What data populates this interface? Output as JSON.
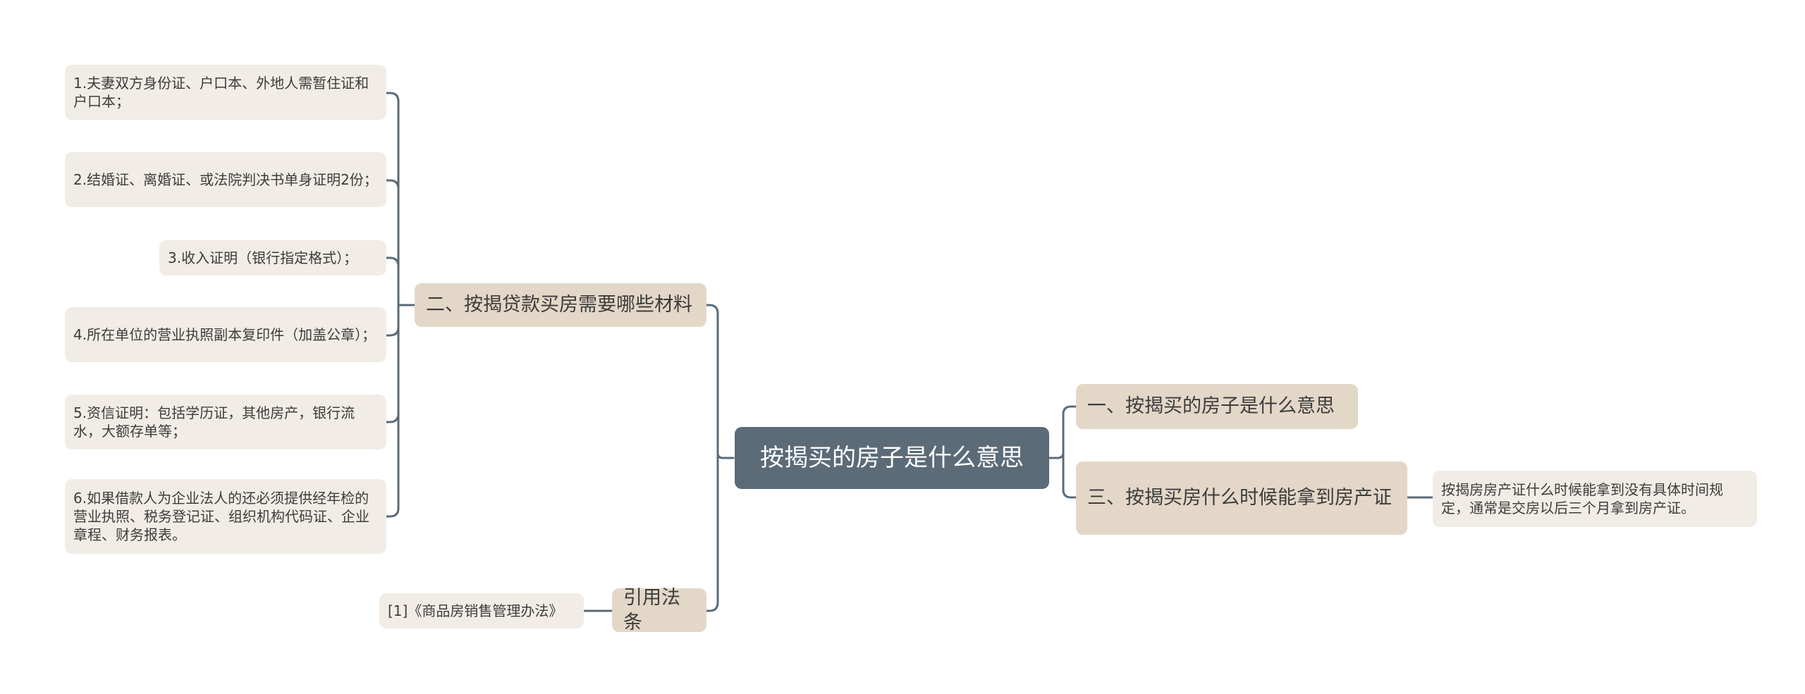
{
  "root": {
    "text": "按揭买的房子是什么意思"
  },
  "branch_materials": {
    "text": "二、按揭贷款买房需要哪些材料",
    "items": [
      "1.夫妻双方身份证、户口本、外地人需暂住证和户口本；",
      "2.结婚证、离婚证、或法院判决书单身证明2份；",
      "3.收入证明（银行指定格式）；",
      "4.所在单位的营业执照副本复印件（加盖公章）；",
      "5.资信证明：包括学历证，其他房产，银行流水，大额存单等；",
      "6.如果借款人为企业法人的还必须提供经年检的营业执照、税务登记证、组织机构代码证、企业章程、财务报表。"
    ]
  },
  "branch_references": {
    "text": "引用法条",
    "items": [
      "[1]《商品房销售管理办法》"
    ]
  },
  "branch_meaning": {
    "text": "一、按揭买的房子是什么意思"
  },
  "branch_certificate": {
    "text": "三、按揭买房什么时候能拿到房产证",
    "items": [
      "按揭房房产证什么时候能拿到没有具体时间规定，通常是交房以后三个月拿到房产证。"
    ]
  },
  "colors": {
    "root_bg": "#5b6b78",
    "branch_bg": "#e3d7c8",
    "leaf_bg": "#f1ede6",
    "link": "#5b6b78"
  }
}
